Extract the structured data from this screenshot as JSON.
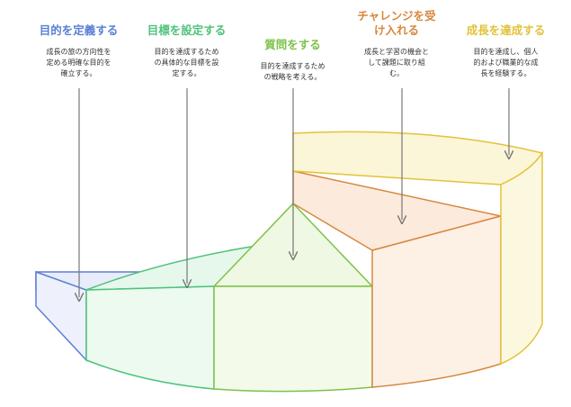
{
  "colors": {
    "blue": "#5a7fd6",
    "green": "#4fc27a",
    "lime": "#7ec24a",
    "orange": "#d8873e",
    "yellow": "#e3c23a"
  },
  "steps": [
    {
      "title": "目的を定義する",
      "desc": "成長の旅の方向性を\n定める明確な目的を\n確立する。"
    },
    {
      "title": "目標を設定する",
      "desc": "目的を達成するため\nの具体的な目標を設\n定する。"
    },
    {
      "title": "質問をする",
      "desc": "目的を達成するため\nの戦略を考える。"
    },
    {
      "title": "チャレンジを受\nけ入れる",
      "desc": "成長と学習の機会と\nして課題に取り組\nむ。"
    },
    {
      "title": "成長を達成する",
      "desc": "目的を達成し、個人\n的および職業的な成\n長を経験する。"
    }
  ]
}
